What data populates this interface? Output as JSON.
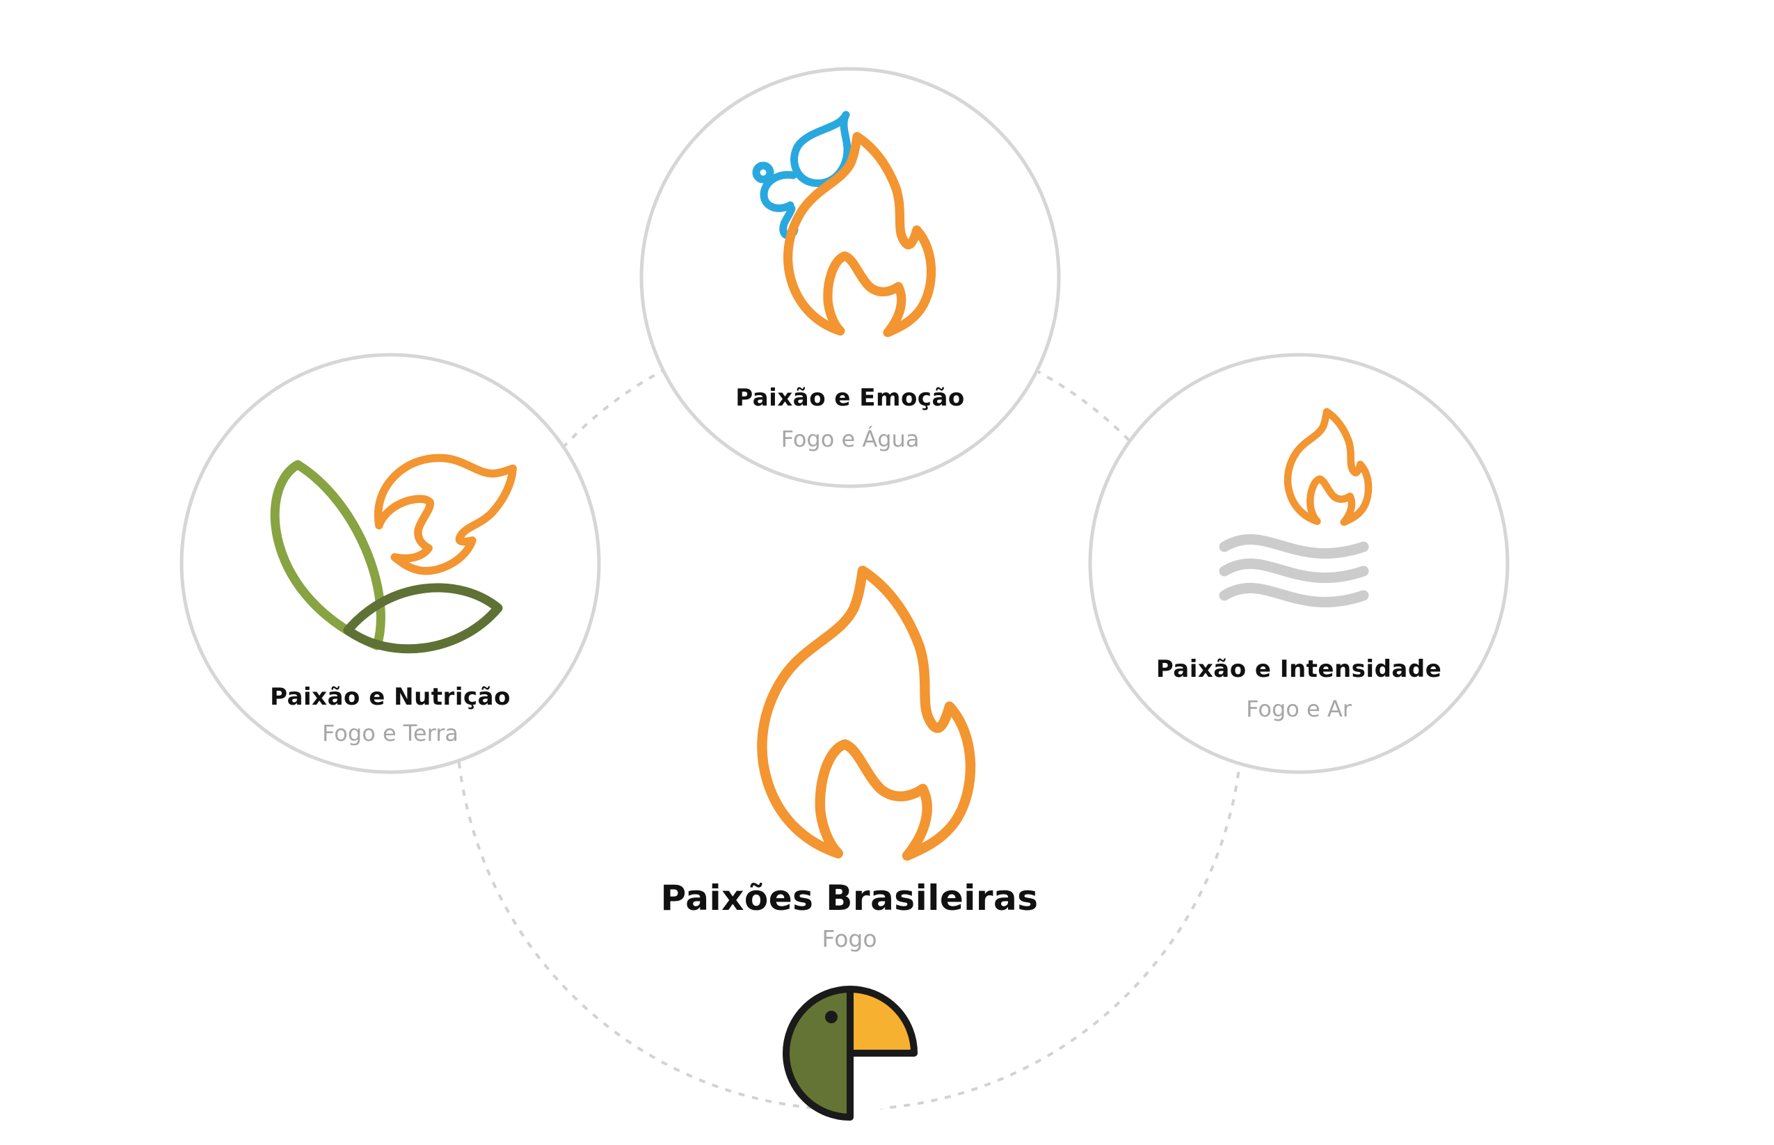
{
  "colors": {
    "fire": "#f39530",
    "water": "#29a8e0",
    "leaf_light": "#88a341",
    "leaf_dark": "#5f7134",
    "air": "#cccccc",
    "circle_stroke": "#d6d6d6",
    "dashed": "#d2d2d2",
    "title": "#111111",
    "subtitle": "#a6a6a6",
    "parrot_body": "#647434",
    "parrot_beak": "#f7b131",
    "parrot_outline": "#1a1a1a"
  },
  "center": {
    "title": "Paixões Brasileiras",
    "subtitle": "Fogo",
    "icon": "flame-icon"
  },
  "nodes": {
    "top": {
      "title": "Paixão e Emoção",
      "subtitle": "Fogo e Água",
      "icons": [
        "flame-icon",
        "water-drops-icon"
      ]
    },
    "left": {
      "title": "Paixão e Nutrição",
      "subtitle": "Fogo e Terra",
      "icons": [
        "flame-icon",
        "leaves-icon"
      ]
    },
    "right": {
      "title": "Paixão e Intensidade",
      "subtitle": "Fogo e Ar",
      "icons": [
        "flame-icon",
        "wind-waves-icon"
      ]
    }
  },
  "logo": {
    "icon": "parrot-logo-icon"
  }
}
